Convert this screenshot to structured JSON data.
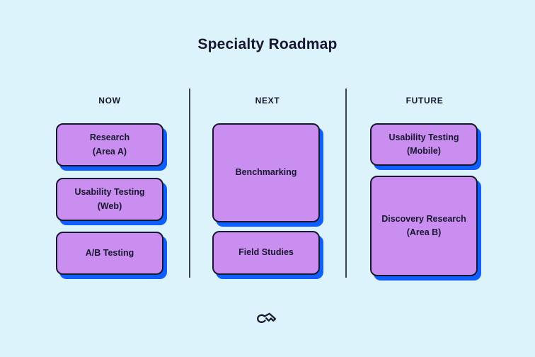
{
  "title": "Specialty Roadmap",
  "columns": [
    {
      "header": "NOW",
      "cards": [
        {
          "label": "Research\n(Area A)"
        },
        {
          "label": "Usability Testing\n(Web)"
        },
        {
          "label": "A/B Testing"
        }
      ]
    },
    {
      "header": "NEXT",
      "cards": [
        {
          "label": "Benchmarking"
        },
        {
          "label": "Field Studies"
        }
      ]
    },
    {
      "header": "FUTURE",
      "cards": [
        {
          "label": "Usability Testing\n(Mobile)"
        },
        {
          "label": "Discovery Research\n(Area B)"
        }
      ]
    }
  ],
  "footer": {
    "logo": "brand-scribble-logo"
  },
  "theme": {
    "bg": "#DCF3FB",
    "card_fill": "#CA8EF0",
    "card_shadow": "#0F5FFF",
    "ink": "#17172F",
    "divider": "#39424E"
  }
}
